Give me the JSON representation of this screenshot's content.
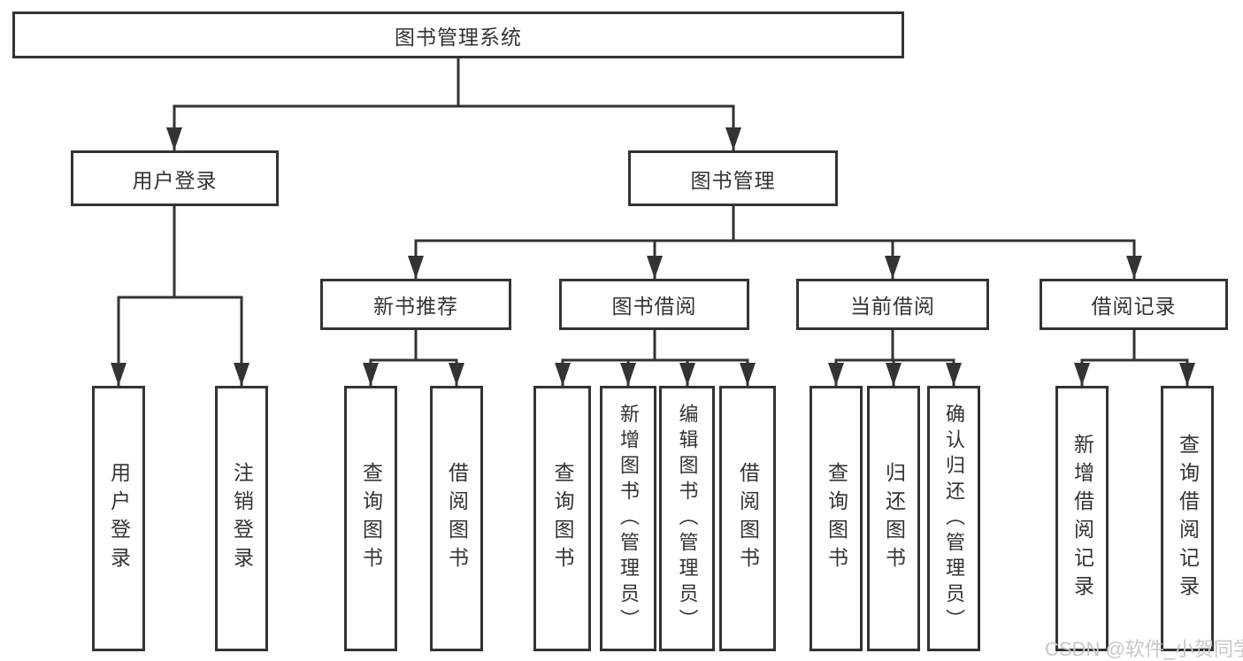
{
  "tree": {
    "root": {
      "label": "图书管理系统"
    },
    "branches": [
      {
        "label": "用户登录",
        "leaves": [
          {
            "label": "用户登录"
          },
          {
            "label": "注销登录"
          }
        ]
      },
      {
        "label": "图书管理",
        "groups": [
          {
            "label": "新书推荐",
            "leaves": [
              {
                "label": "查询图书"
              },
              {
                "label": "借阅图书"
              }
            ]
          },
          {
            "label": "图书借阅",
            "leaves": [
              {
                "label": "查询图书"
              },
              {
                "label": "新增图书（管理员）"
              },
              {
                "label": "编辑图书（管理员）"
              },
              {
                "label": "借阅图书"
              }
            ]
          },
          {
            "label": "当前借阅",
            "leaves": [
              {
                "label": "查询图书"
              },
              {
                "label": "归还图书"
              },
              {
                "label": "确认归还（管理员）"
              }
            ]
          },
          {
            "label": "借阅记录",
            "leaves": [
              {
                "label": "新增借阅记录"
              },
              {
                "label": "查询借阅记录"
              }
            ]
          }
        ]
      }
    ]
  },
  "colors": {
    "line": "#333333",
    "watermark": "#c8c8c8"
  },
  "watermark": {
    "text": "CSDN @软件_小贺同学"
  }
}
